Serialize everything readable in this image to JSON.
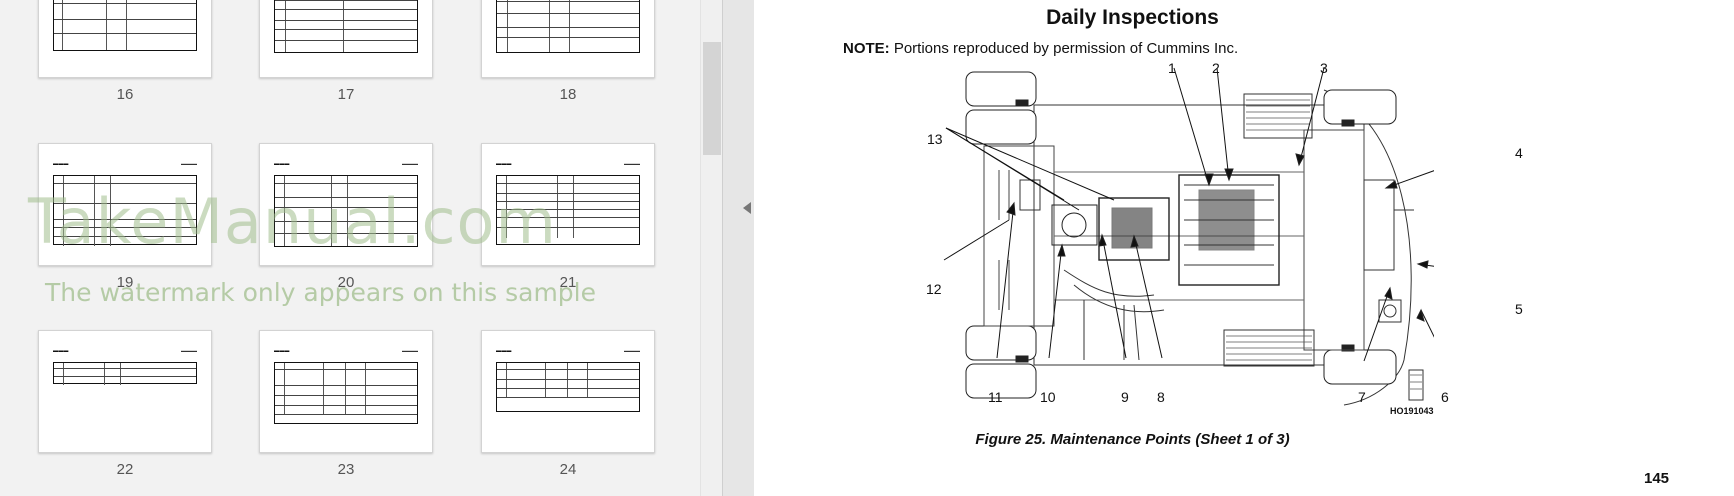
{
  "thumbnails": [
    {
      "label": "16"
    },
    {
      "label": "17"
    },
    {
      "label": "18"
    },
    {
      "label": "19"
    },
    {
      "label": "20"
    },
    {
      "label": "21"
    },
    {
      "label": "22"
    },
    {
      "label": "23"
    },
    {
      "label": "24"
    }
  ],
  "watermark": {
    "main": "TakeManual.com",
    "sub": "The watermark only appears on this sample"
  },
  "page": {
    "title": "Daily Inspections",
    "note_label": "NOTE:",
    "note_text": " Portions reproduced by permission of Cummins Inc.",
    "figure_code": "HO191043",
    "figure_caption": "Figure 25. Maintenance Points (Sheet 1 of 3)",
    "page_number": "145",
    "callouts": [
      "1",
      "2",
      "3",
      "4",
      "5",
      "6",
      "7",
      "8",
      "9",
      "10",
      "11",
      "12",
      "13"
    ]
  },
  "colors": {
    "pane_bg": "#f2f2f2",
    "page_bg": "#ffffff",
    "watermark": "#a0be8c"
  }
}
